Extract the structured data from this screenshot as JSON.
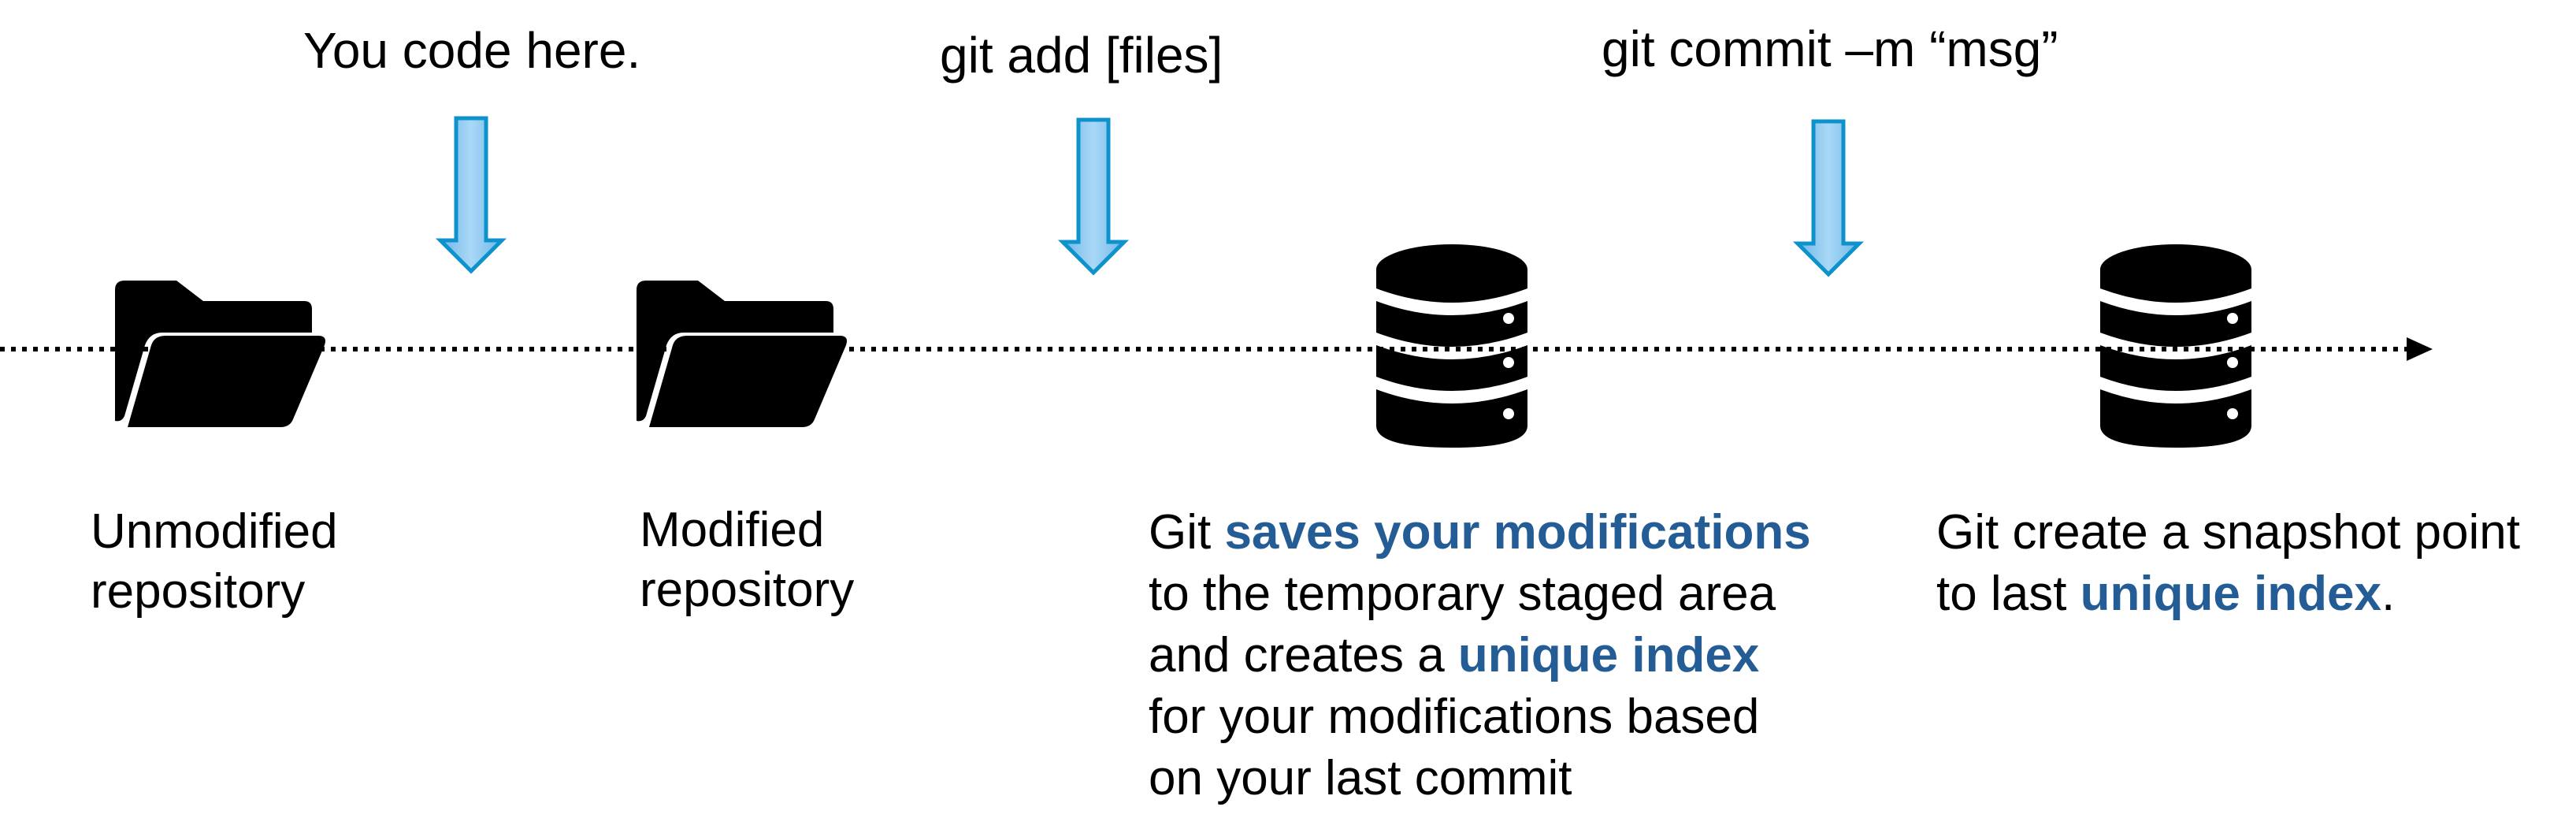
{
  "commands": {
    "code": "You code here.",
    "add": "git add [files]",
    "commit": "git commit –m “msg”"
  },
  "stages": {
    "unmodified": {
      "line1": "Unmodified",
      "line2": "repository"
    },
    "modified": {
      "line1": "Modified",
      "line2": "repository"
    },
    "staged": {
      "l1a": "Git ",
      "l1b": "saves your modifications",
      "l2": "to the temporary staged area",
      "l3a": "and creates a ",
      "l3b": "unique index",
      "l4": "for your modifications based",
      "l5": "on your last commit"
    },
    "committed": {
      "l1": "Git create a snapshot point",
      "l2a": "to last ",
      "l2b": "unique index",
      "l2c": "."
    }
  },
  "icons": {
    "folder": "folder-icon",
    "database": "database-icon",
    "arrow": "down-arrow-icon"
  },
  "colors": {
    "highlight": "#245C96",
    "arrow_fill": "#8EC8EE",
    "arrow_stroke": "#0D92CC",
    "ink": "#000000"
  }
}
